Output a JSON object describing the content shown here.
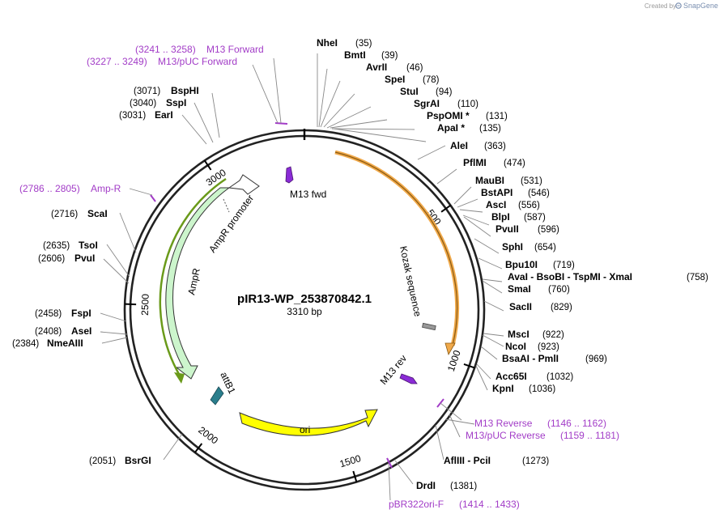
{
  "credit": {
    "prefix": "Created by",
    "brand": "SnapGene"
  },
  "plasmid": {
    "name": "pIR13-WP_253870842.1",
    "size": "3310 bp"
  },
  "ticks": [
    {
      "label": "500",
      "pos": 500
    },
    {
      "label": "1000",
      "pos": 1000
    },
    {
      "label": "1500",
      "pos": 1500
    },
    {
      "label": "2000",
      "pos": 2000
    },
    {
      "label": "2500",
      "pos": 2500
    },
    {
      "label": "3000",
      "pos": 3000
    }
  ],
  "features": [
    {
      "name": "Kozak sequence",
      "color": "#f0a94a"
    },
    {
      "name": "M13 fwd",
      "color": "#a23cc7"
    },
    {
      "name": "M13 rev",
      "color": "#a23cc7"
    },
    {
      "name": "ori",
      "color": "#ffff00"
    },
    {
      "name": "attB1",
      "color": "#2a7e8c"
    },
    {
      "name": "AmpR",
      "color": "#ccf5cc"
    },
    {
      "name": "AmpR promoter",
      "color": "#ffffff"
    }
  ],
  "enzymes": [
    {
      "name": "NheI",
      "site": "(35)"
    },
    {
      "name": "BmtI",
      "site": "(39)"
    },
    {
      "name": "AvrII",
      "site": "(46)"
    },
    {
      "name": "SpeI",
      "site": "(78)"
    },
    {
      "name": "StuI",
      "site": "(94)"
    },
    {
      "name": "SgrAI",
      "site": "(110)"
    },
    {
      "name": "PspOMI *",
      "site": "(131)"
    },
    {
      "name": "ApaI *",
      "site": "(135)"
    },
    {
      "name": "AleI",
      "site": "(363)"
    },
    {
      "name": "PflMI",
      "site": "(474)"
    },
    {
      "name": "MauBI",
      "site": "(531)"
    },
    {
      "name": "BstAPI",
      "site": "(546)"
    },
    {
      "name": "AscI",
      "site": "(556)"
    },
    {
      "name": "BlpI",
      "site": "(587)"
    },
    {
      "name": "PvuII",
      "site": "(596)"
    },
    {
      "name": "SphI",
      "site": "(654)"
    },
    {
      "name": "Bpu10I",
      "site": "(719)"
    },
    {
      "name": "AvaI - BsoBI - TspMI - XmaI",
      "site": "(758)"
    },
    {
      "name": "SmaI",
      "site": "(760)"
    },
    {
      "name": "SacII",
      "site": "(829)"
    },
    {
      "name": "MscI",
      "site": "(922)"
    },
    {
      "name": "NcoI",
      "site": "(923)"
    },
    {
      "name": "BsaAI - PmlI",
      "site": "(969)"
    },
    {
      "name": "Acc65I",
      "site": "(1032)"
    },
    {
      "name": "KpnI",
      "site": "(1036)"
    },
    {
      "name": "AflIII - PciI",
      "site": "(1273)"
    },
    {
      "name": "DrdI",
      "site": "(1381)"
    },
    {
      "name": "BsrGI",
      "site": "(2051)"
    },
    {
      "name": "NmeAIII",
      "site": "(2384)"
    },
    {
      "name": "AseI",
      "site": "(2408)"
    },
    {
      "name": "FspI",
      "site": "(2458)"
    },
    {
      "name": "PvuI",
      "site": "(2606)"
    },
    {
      "name": "TsoI",
      "site": "(2635)"
    },
    {
      "name": "ScaI",
      "site": "(2716)"
    },
    {
      "name": "EarI",
      "site": "(3031)"
    },
    {
      "name": "SspI",
      "site": "(3040)"
    },
    {
      "name": "BspHI",
      "site": "(3071)"
    }
  ],
  "primers": [
    {
      "name": "M13 Forward",
      "range": "(3241 .. 3258)"
    },
    {
      "name": "M13/pUC Forward",
      "range": "(3227 .. 3249)"
    },
    {
      "name": "Amp-R",
      "range": "(2786 .. 2805)"
    },
    {
      "name": "M13 Reverse",
      "range": "(1146 .. 1162)"
    },
    {
      "name": "M13/pUC Reverse",
      "range": "(1159 .. 1181)"
    },
    {
      "name": "pBR322ori-F",
      "range": "(1414 .. 1433)"
    }
  ]
}
